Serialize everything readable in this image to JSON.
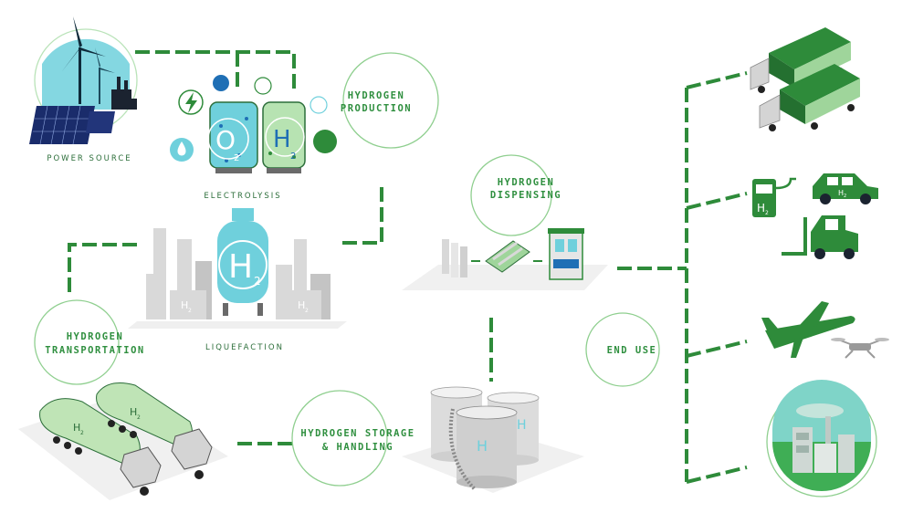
{
  "stages": {
    "power_source": "POWER SOURCE",
    "production": [
      "HYDROGEN",
      "PRODUCTION"
    ],
    "electrolysis": "ELECTROLYSIS",
    "liquefaction": "LIQUEFACTION",
    "transportation": [
      "HYDROGEN",
      "TRANSPORTATION"
    ],
    "storage": [
      "HYDROGEN STORAGE",
      "& HANDLING"
    ],
    "dispensing": [
      "HYDROGEN",
      "DISPENSING"
    ],
    "end_use": "END USE"
  },
  "chem": {
    "o": "O",
    "o_sub": "2",
    "h": "H",
    "h_sub": "2"
  },
  "colors": {
    "primary_green": "#2e8b3a",
    "light_green": "#9fd59b",
    "teal": "#6fd0dc",
    "blue": "#1f6fb5"
  },
  "icons": [
    "wind-turbine-icon",
    "solar-panel-icon",
    "factory-icon",
    "lightning-icon",
    "water-drop-icon",
    "electrolyzer-tank-icon",
    "hydrogen-tank-icon",
    "tanker-truck-icon",
    "storage-tank-icon",
    "dispenser-pump-icon",
    "cargo-truck-icon",
    "fuel-station-icon",
    "car-icon",
    "forklift-icon",
    "airplane-icon",
    "drone-icon",
    "industry-icon"
  ]
}
